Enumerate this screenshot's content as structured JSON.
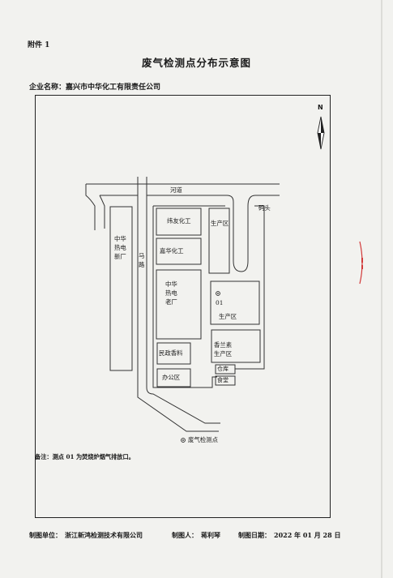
{
  "doc": {
    "annex": "附件 1",
    "title": "废气检测点分布示意图",
    "company_label": "企业名称：",
    "company_name": "嘉兴市中华化工有限责任公司"
  },
  "map": {
    "north": "N",
    "river": "河道",
    "dock": "码头",
    "road": [
      "马",
      "路"
    ],
    "zhonghua_new": [
      "中华",
      "热电",
      "新厂"
    ],
    "weiyou": "纬友化工",
    "jiahua": "嘉华化工",
    "production_top": "生产区",
    "zhonghua_old": [
      "中华",
      "热电",
      "老厂"
    ],
    "point_id": "01",
    "production_mid": "生产区",
    "minzheng": "民政香料",
    "xianglan": [
      "香兰素",
      "生产区"
    ],
    "warehouse": "仓库",
    "canteen": "食堂",
    "office": "办公区",
    "legend": "废气检测点"
  },
  "note": "备注：测点 01 为焚烧炉烟气排放口。",
  "footer": {
    "unit": "制图单位：　浙江新鸿检测技术有限公司",
    "maker": "制图人：　蒋利琴",
    "date": "制图日期：　2022 年 01 月 28 日"
  }
}
